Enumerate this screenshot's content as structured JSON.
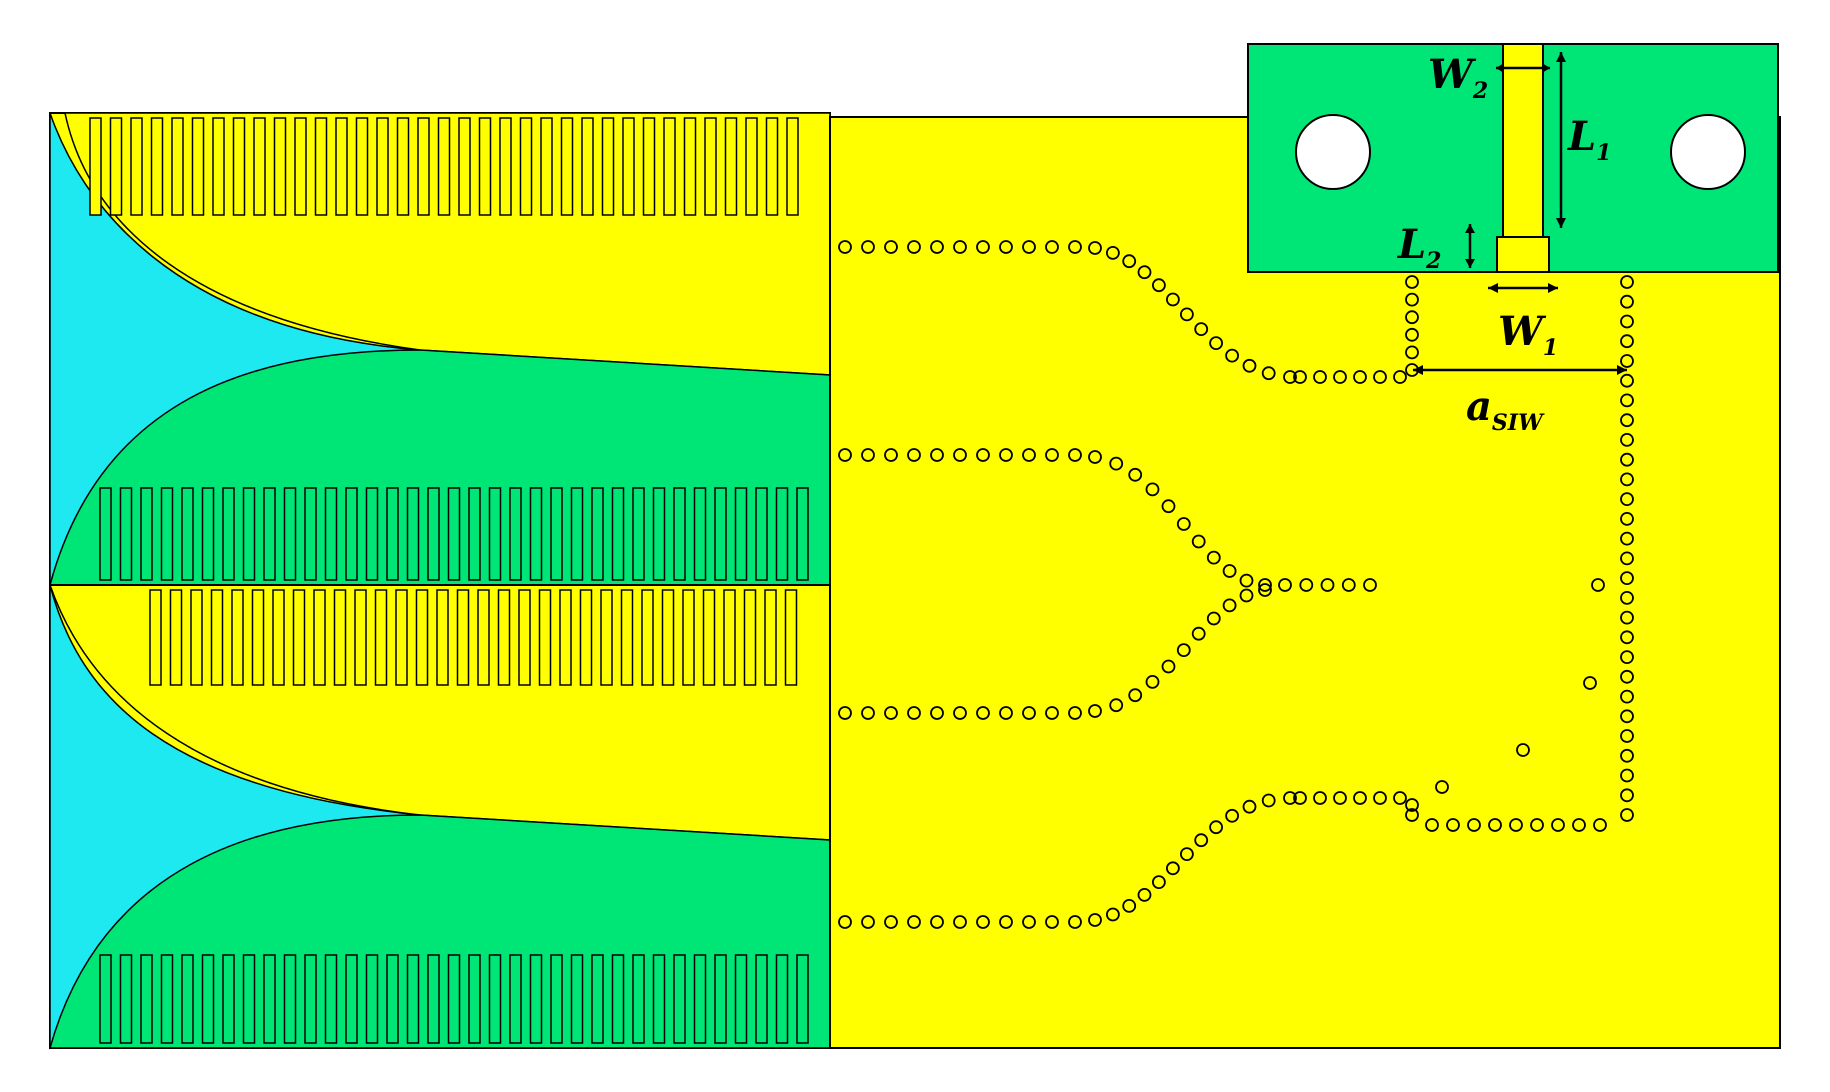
{
  "figure": {
    "colors": {
      "background": "#ffffff",
      "copper": "#ffff00",
      "substrate": "#00e676",
      "cyan_region": "#1ee8f0",
      "outline": "#000000",
      "hole": "#ffffff"
    },
    "labels": {
      "W2": {
        "main": "W",
        "sub": "2"
      },
      "L1": {
        "main": "L",
        "sub": "1"
      },
      "L2": {
        "main": "L",
        "sub": "2"
      },
      "W1": {
        "main": "W",
        "sub": "1"
      },
      "aSIW": {
        "main": "a",
        "sub": "SIW"
      }
    },
    "components": [
      "vivaldi-antenna-array",
      "siw-power-divider",
      "coaxial-connector-pad"
    ]
  }
}
